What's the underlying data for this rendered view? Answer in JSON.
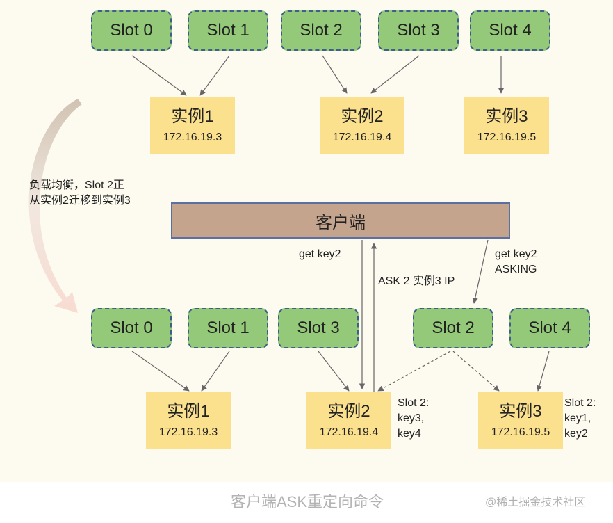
{
  "top": {
    "slots": [
      "Slot 0",
      "Slot 1",
      "Slot 2",
      "Slot 3",
      "Slot 4"
    ],
    "instances": [
      {
        "name": "实例1",
        "ip": "172.16.19.3"
      },
      {
        "name": "实例2",
        "ip": "172.16.19.4"
      },
      {
        "name": "实例3",
        "ip": "172.16.19.5"
      }
    ]
  },
  "migration_note": [
    "负载均衡，Slot 2正",
    "从实例2迁移到实例3"
  ],
  "client": "客户端",
  "labels": {
    "get_key2": "get  key2",
    "ask_reply": "ASK 2 实例3 IP",
    "get_key2_asking": [
      "get key2",
      "ASKING"
    ]
  },
  "bottom": {
    "slots": [
      "Slot 0",
      "Slot 1",
      "Slot 3",
      "Slot 2",
      "Slot 4"
    ],
    "instances": [
      {
        "name": "实例1",
        "ip": "172.16.19.3"
      },
      {
        "name": "实例2",
        "ip": "172.16.19.4"
      },
      {
        "name": "实例3",
        "ip": "172.16.19.5"
      }
    ],
    "instance2_keys": [
      "Slot 2:",
      "key3,",
      "key4"
    ],
    "instance3_keys": [
      "Slot 2:",
      "key1,",
      "key2"
    ]
  },
  "caption": "客户端ASK重定向命令",
  "watermark": "@稀土掘金技术社区",
  "colors": {
    "slot_fill": "#94c97a",
    "slot_border": "#3d5f8a",
    "instance_fill": "#fbe08e",
    "client_fill": "#c4a48c",
    "client_border": "#5b6fa0",
    "background": "#fdfbf0"
  }
}
